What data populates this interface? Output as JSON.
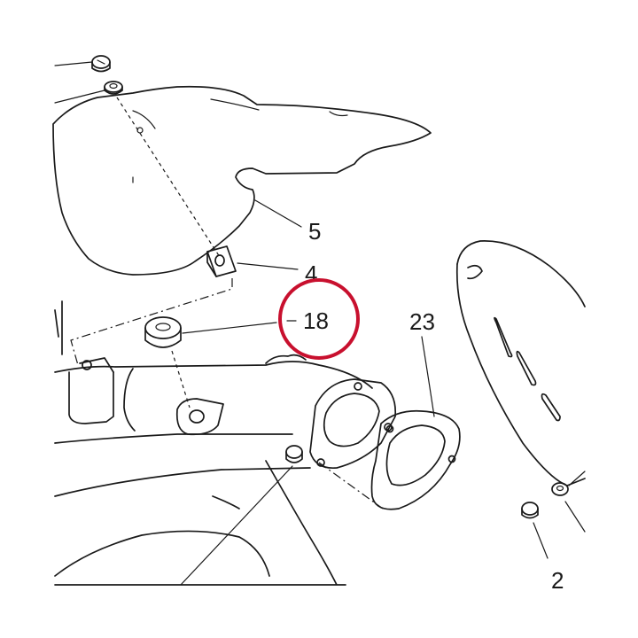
{
  "diagram": {
    "highlight_color": "#c8102e",
    "callouts": [
      {
        "id": "5",
        "label": "5"
      },
      {
        "id": "4",
        "label": "4"
      },
      {
        "id": "18",
        "label": "18"
      },
      {
        "id": "23",
        "label": "23"
      },
      {
        "id": "2",
        "label": "2"
      }
    ]
  }
}
